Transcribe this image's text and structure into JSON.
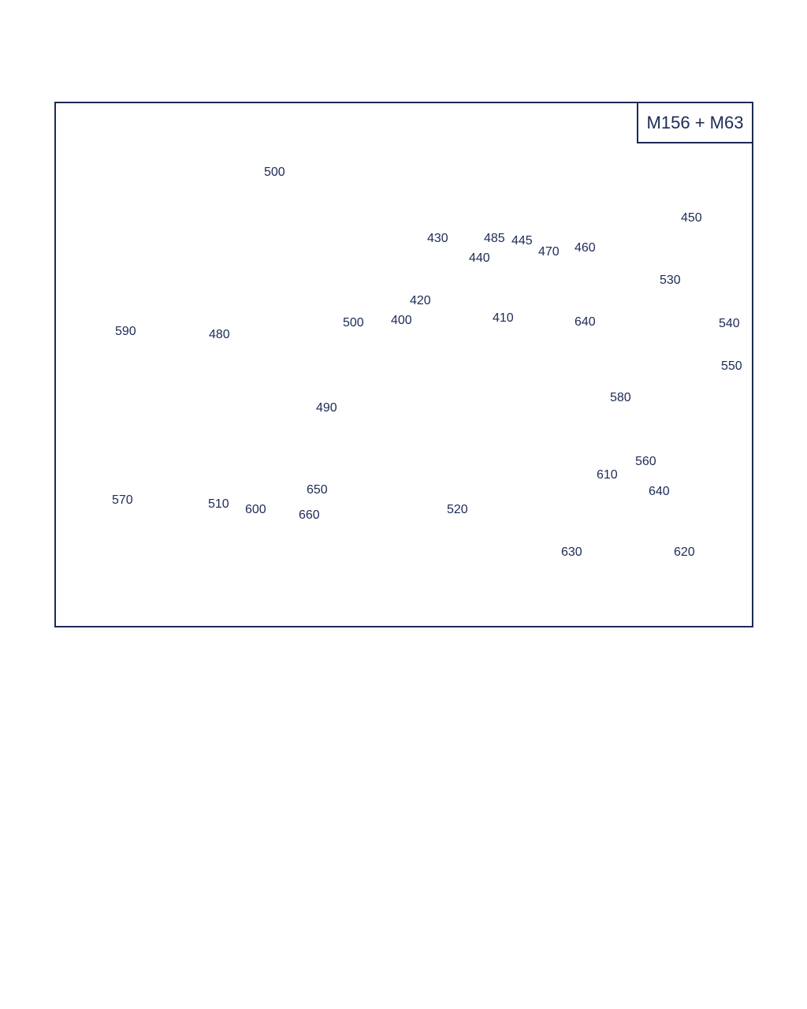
{
  "header": {
    "variant": "M156 + M63"
  },
  "callouts": {
    "c500a": "500",
    "c590": "590",
    "c480": "480",
    "c500b": "500",
    "c400": "400",
    "c490": "490",
    "c570": "570",
    "c510": "510",
    "c600": "600",
    "c650": "650",
    "c660": "660",
    "c520": "520",
    "c430": "430",
    "c420": "420",
    "c440": "440",
    "c485": "485",
    "c445": "445",
    "c470": "470",
    "c460": "460",
    "c410": "410",
    "c640a": "640",
    "c450": "450",
    "c530": "530",
    "c540": "540",
    "c550": "550",
    "c580": "580",
    "c560": "560",
    "c610": "610",
    "c640b": "640",
    "c630": "630",
    "c620": "620"
  },
  "colors": {
    "line": "#1c2a55",
    "background": "#ffffff"
  }
}
